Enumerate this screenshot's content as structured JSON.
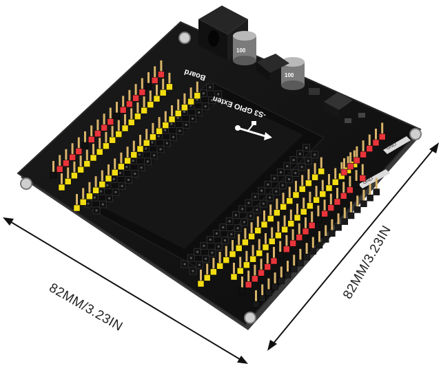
{
  "dimensions": {
    "left_label": "82MM/3.23IN",
    "right_label": "82MM/3.23IN"
  },
  "board": {
    "silkscreen_title": "-S3 GPIO Exten",
    "silkscreen_suffix": "Board",
    "cap_marking_a": "100",
    "cap_marking_b": "100",
    "gnd_label_a": "GND",
    "gnd_label_b": "GND"
  },
  "colors": {
    "pcb": "#141414",
    "pcb_edge": "#2a2a2a",
    "header_yellow": "#f3dd12",
    "header_red": "#e8343a",
    "header_black": "#101010",
    "pin_gold": "#d9b46a",
    "mount_hole": "#bdbdbd"
  }
}
